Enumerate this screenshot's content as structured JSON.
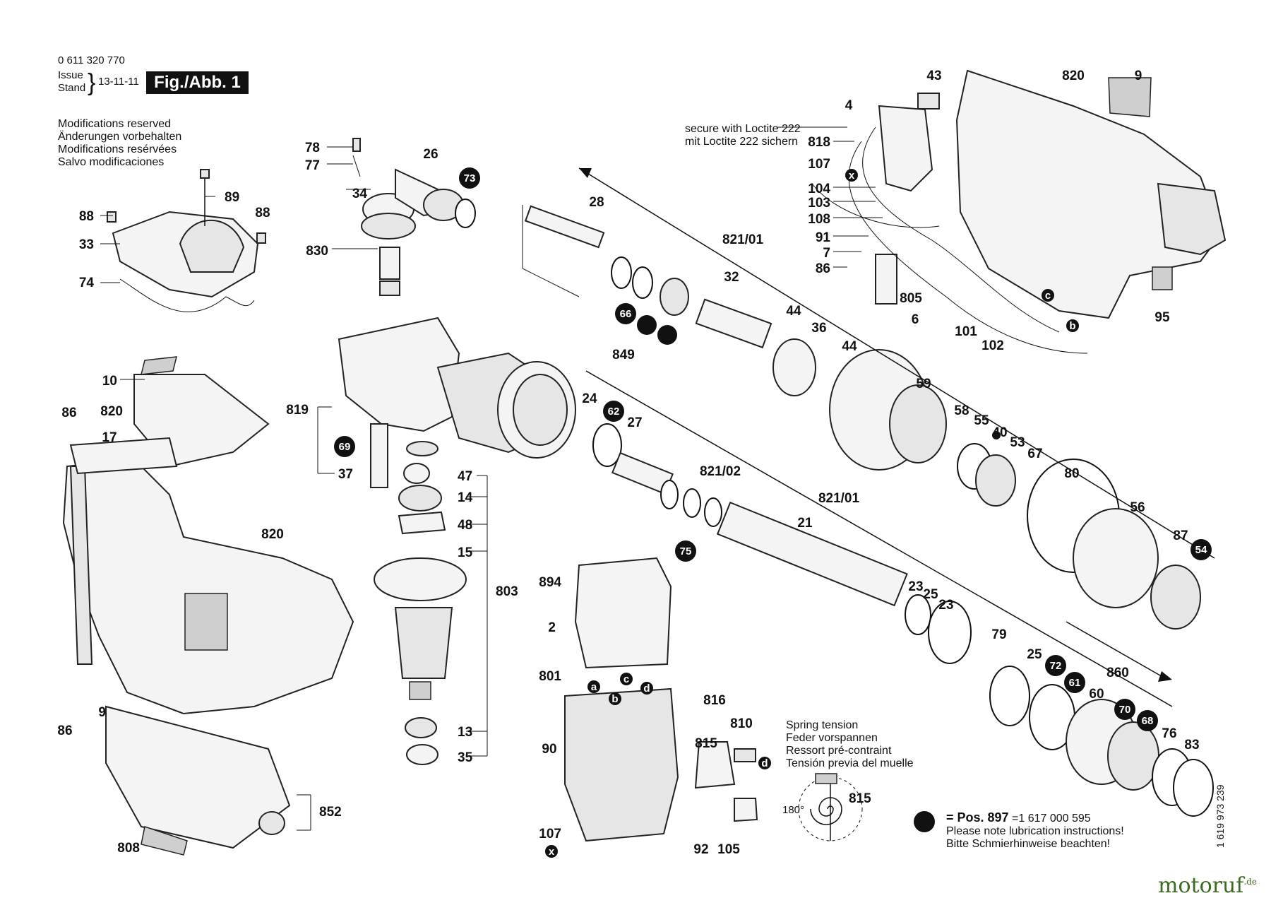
{
  "header": {
    "part_number": "0 611 320 770",
    "issue_label": "Issue",
    "stand_label": "Stand",
    "date": "13-11-11",
    "figure": "Fig./Abb. 1"
  },
  "notes": [
    "Modifications reserved",
    "Änderungen vorbehalten",
    "Modifications resérvées",
    "Salvo modificaciones"
  ],
  "loctite_note": [
    "secure with Loctite 222",
    "mit Loctite 222 sichern"
  ],
  "spring_note": [
    "Spring tension",
    "Feder vorspannen",
    "Ressort pré-contraint",
    "Tensión previa del muelle"
  ],
  "spring_angle": "180°",
  "lubrication": {
    "pos": "= Pos. 897",
    "code": " =1 617 000 595",
    "line2": "Please note lubrication instructions!",
    "line3": "Bitte Schmierhinweise beachten!"
  },
  "doc_number": "1 619 973 239",
  "brand": {
    "name": "motoruf",
    "suffix": ".de"
  },
  "callouts": {
    "c78": "78",
    "c77": "77",
    "c34": "34",
    "c26": "26",
    "c73": "73",
    "c830": "830",
    "c89": "89",
    "c88a": "88",
    "c88b": "88",
    "c33": "33",
    "c74": "74",
    "c10": "10",
    "c86a": "86",
    "c820a": "820",
    "c17": "17",
    "c820b": "820",
    "c9a": "9",
    "c86b": "86",
    "c852": "852",
    "c808": "808",
    "c819": "819",
    "c69": "69",
    "c37": "37",
    "c47": "47",
    "c14": "14",
    "c48": "48",
    "c15": "15",
    "c803": "803",
    "c13": "13",
    "c35": "35",
    "c28": "28",
    "c821_01a": "821/01",
    "c32": "32",
    "c66": "66",
    "c849": "849",
    "c44a": "44",
    "c36": "36",
    "c44b": "44",
    "c59": "59",
    "c58": "58",
    "c55": "55",
    "c40": "40",
    "c53": "53",
    "c67": "67",
    "c80": "80",
    "c56": "56",
    "c87": "87",
    "c54": "54",
    "c24": "24",
    "c62": "62",
    "c27": "27",
    "c821_02": "821/02",
    "c75": "75",
    "c821_01b": "821/01",
    "c21": "21",
    "c23a": "23",
    "c25a": "25",
    "c23b": "23",
    "c79": "79",
    "c25b": "25",
    "c72": "72",
    "c61": "61",
    "c60": "60",
    "c860": "860",
    "c70": "70",
    "c68": "68",
    "c76": "76",
    "c83": "83",
    "c894": "894",
    "c2": "2",
    "c801": "801",
    "c90": "90",
    "c107a": "107",
    "c816": "816",
    "c810": "810",
    "c815a": "815",
    "c92": "92",
    "c105": "105",
    "c815b": "815",
    "c4": "4",
    "c818": "818",
    "c107b": "107",
    "c104": "104",
    "c103": "103",
    "c108": "108",
    "c91": "91",
    "c7": "7",
    "c86c": "86",
    "c805": "805",
    "c6": "6",
    "c101": "101",
    "c102": "102",
    "c43": "43",
    "c820c": "820",
    "c9b": "9",
    "c95": "95"
  },
  "connectors": {
    "a": "a",
    "b": "b",
    "c": "c",
    "d": "d",
    "x": "x"
  }
}
